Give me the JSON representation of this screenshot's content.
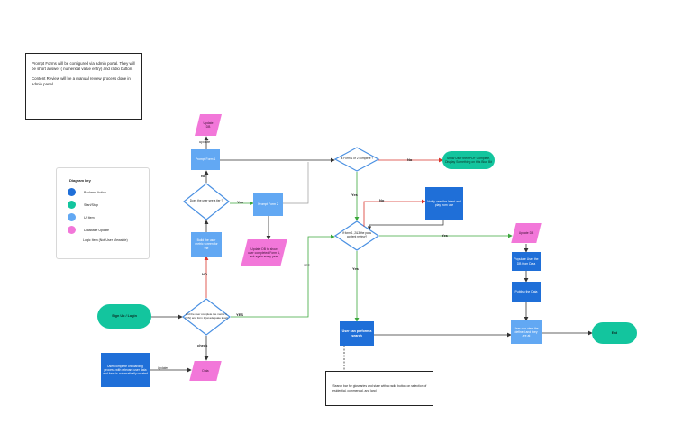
{
  "note": {
    "line1": "Prompt Forms will be configured via admin portal. They will be short answer ( numerical value entry) and radio button.",
    "line2": "Content Review will be a manual review process done in admin panel."
  },
  "key": {
    "title": "Diagram key",
    "items": [
      {
        "label": "Backend Action",
        "color": "#1f6fd8"
      },
      {
        "label": "Start/Stop",
        "color": "#13c59e"
      },
      {
        "label": "UI Item",
        "color": "#62a8f3"
      },
      {
        "label": "Database Update",
        "color": "#f277d9"
      },
      {
        "label": "Logic Item (Not User Viewable)",
        "color": "#ffffff"
      }
    ]
  },
  "nodes": {
    "sign_up": "Sign Up / Login",
    "create_data": "User complete onboarding process with relevant user data and form is automatically created",
    "data": "Data",
    "q_complete": "Did the user complete the metric 1 (Y/N) and form 1 (at adequate level)",
    "build_metric": "Build the user metric screen for the",
    "q_seen": "Does the user see a tier ?",
    "prompt_form_1": "Prompt Form 1",
    "prompt_form_2": "Prompt Form 2",
    "update_db_1": "Update DB",
    "update_db_2": "Update DB to show user completed Form 1, ask again every year",
    "q_form12": "Is Form 1 or 2 complete ?",
    "show_user": "Show User their PDF Complete, Display Something on this Blue Bit",
    "notify": "Notify user the latest and play from use",
    "q_form12_pass": "If form 1 ,2&3 the pass content review?",
    "update_db_3": "Update DB",
    "display_1": "Populate User the DB from Data",
    "display_2": "Publish the Data",
    "user_search": "User can perform a search",
    "user_views": "User can view the defined and they are at",
    "end": "End",
    "search_note": "*Search bar for glossaries and state with a radio button on selection of residential, commercial, and land"
  },
  "labels": {
    "no": "No",
    "yes": "Yes",
    "no_caps": "NO",
    "yes_caps": "YES",
    "update": "update",
    "check": "check",
    "updates": "Updates"
  }
}
